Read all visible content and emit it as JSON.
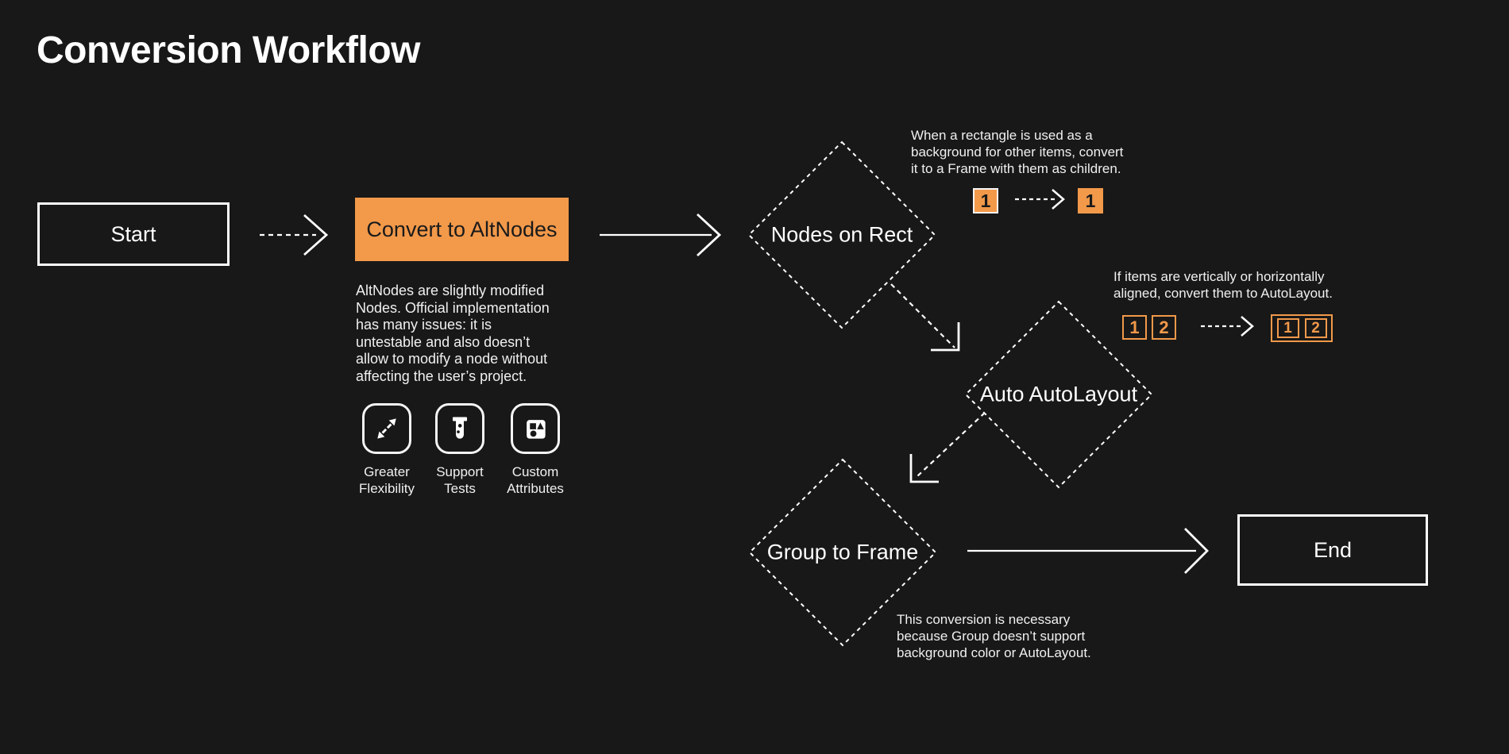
{
  "title": "Conversion Workflow",
  "colors": {
    "background": "#181818",
    "accent_orange": "#F2994A",
    "text_white": "#FFFFFF",
    "dark_text_on_accent": "#1A1A1A"
  },
  "nodes": {
    "start": {
      "label": "Start",
      "type": "terminal"
    },
    "convert": {
      "label": "Convert to AltNodes",
      "type": "process"
    },
    "nodes_on_rect": {
      "label": "Nodes on Rect",
      "type": "decision"
    },
    "auto_autolayout": {
      "label": "Auto AutoLayout",
      "type": "decision"
    },
    "group_to_frame": {
      "label": "Group to Frame",
      "type": "decision"
    },
    "end": {
      "label": "End",
      "type": "terminal"
    }
  },
  "annotations": {
    "altnodes_description": "AltNodes are slightly modified\nNodes. Official implementation\nhas many issues: it is\nuntestable and also doesn’t\nallow to modify a node without\naffecting the user’s project.",
    "rect_note": "When a rectangle is used as a\nbackground for other items, convert\nit to a Frame with them as children.",
    "autolayout_note": "If items are vertically or horizontally\naligned, convert them to AutoLayout.",
    "group_note": "This conversion is necessary\nbecause Group doesn’t support\nbackground color or AutoLayout."
  },
  "features": [
    {
      "icon": "expand-arrows-icon",
      "label": "Greater\nFlexibility"
    },
    {
      "icon": "test-tube-icon",
      "label": "Support\nTests"
    },
    {
      "icon": "shapes-icon",
      "label": "Custom\nAttributes"
    }
  ],
  "badges": {
    "rect_before": "1",
    "rect_after": "1",
    "items_before": [
      "1",
      "2"
    ],
    "items_after": [
      "1",
      "2"
    ]
  }
}
